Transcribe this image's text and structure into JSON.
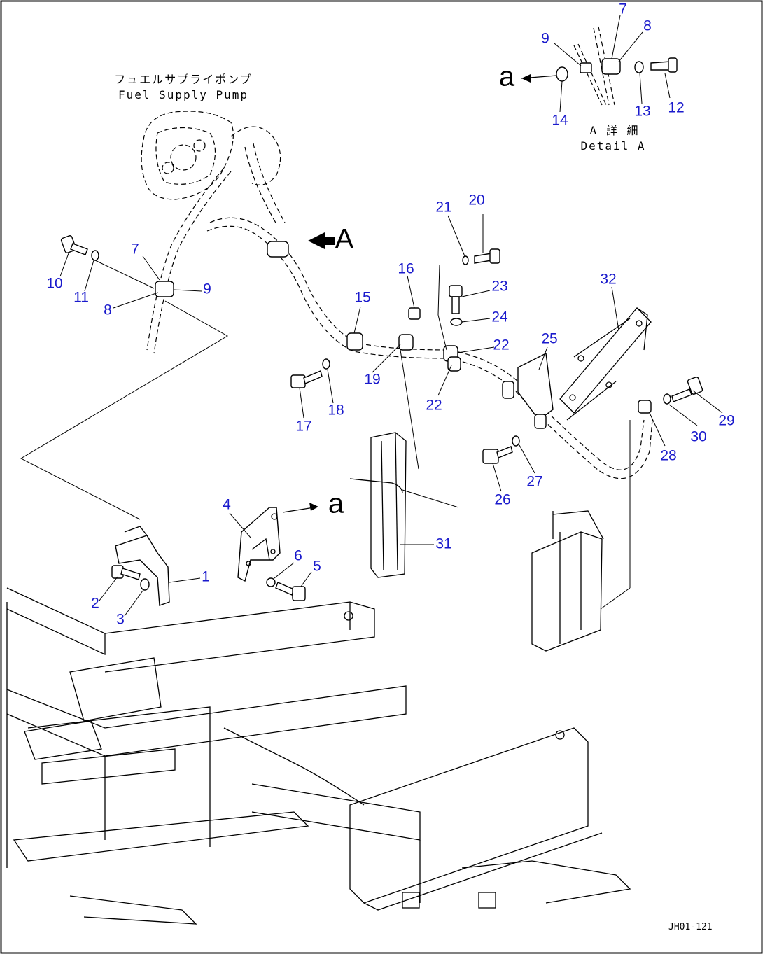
{
  "pump_label": {
    "jp": "フュエルサプライポンプ",
    "en": "Fuel Supply Pump"
  },
  "detail_label": {
    "jp": "A 詳 細",
    "en": "Detail A"
  },
  "view_arrow_letter": "A",
  "reference_letters": {
    "top": "a",
    "bottom": "a"
  },
  "drawing_id": "JH01-121",
  "callouts": {
    "c1": "1",
    "c2": "2",
    "c3": "3",
    "c4": "4",
    "c5": "5",
    "c6": "6",
    "c7": "7",
    "c8": "8",
    "c9": "9",
    "c10": "10",
    "c11": "11",
    "c12": "12",
    "c13": "13",
    "c14": "14",
    "c15": "15",
    "c16": "16",
    "c17": "17",
    "c18": "18",
    "c19": "19",
    "c20": "20",
    "c21": "21",
    "c22a": "22",
    "c22b": "22",
    "c23": "23",
    "c24": "24",
    "c25": "25",
    "c26": "26",
    "c27": "27",
    "c28": "28",
    "c29": "29",
    "c30": "30",
    "c31": "31",
    "c32": "32",
    "d7": "7",
    "d8": "8",
    "d9": "9"
  },
  "colors": {
    "callout": "#1a1acc",
    "line": "#000000",
    "background": "#ffffff"
  }
}
